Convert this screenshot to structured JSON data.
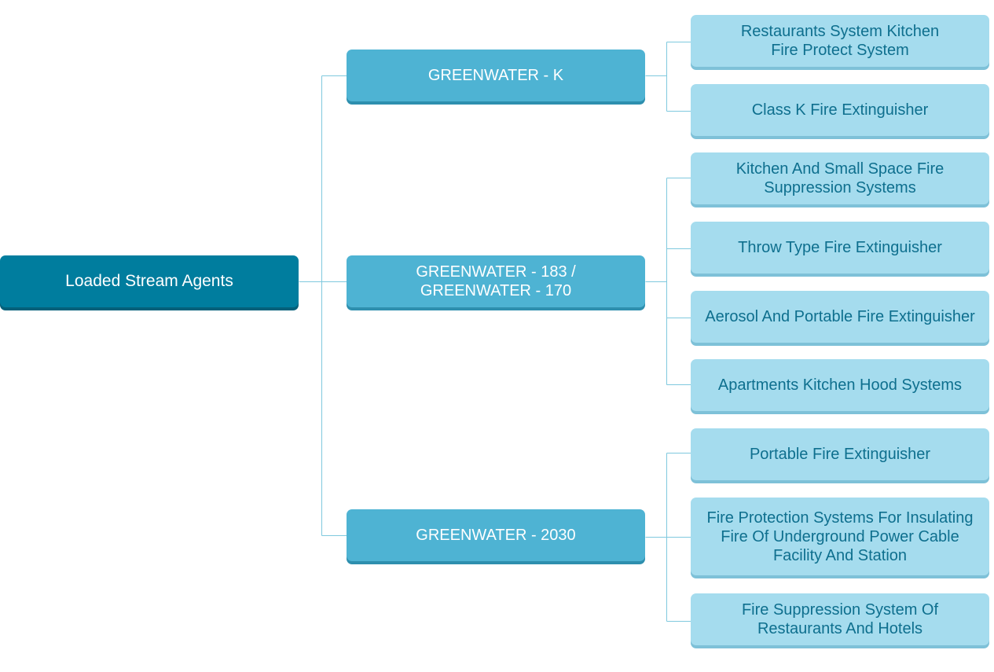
{
  "root": {
    "label": "Loaded Stream Agents"
  },
  "colors": {
    "root": "#007d9e",
    "branch": "#4eb3d3",
    "leaf": "#a5dcee",
    "leaf_text": "#0e6f8e",
    "connector": "#7fc9de"
  },
  "branches": [
    {
      "label": "GREENWATER - K",
      "children": [
        "Restaurants System Kitchen\nFire Protect System",
        "Class K Fire Extinguisher"
      ]
    },
    {
      "label": "GREENWATER - 183 /\nGREENWATER - 170",
      "children": [
        "Kitchen And Small Space Fire\nSuppression Systems",
        "Throw Type Fire Extinguisher",
        "Aerosol And Portable Fire Extinguisher",
        "Apartments Kitchen Hood Systems"
      ]
    },
    {
      "label": "GREENWATER - 2030",
      "children": [
        "Portable Fire Extinguisher",
        "Fire Protection Systems For Insulating\nFire Of Underground Power Cable\nFacility And Station",
        "Fire Suppression System Of\nRestaurants And Hotels"
      ]
    }
  ]
}
